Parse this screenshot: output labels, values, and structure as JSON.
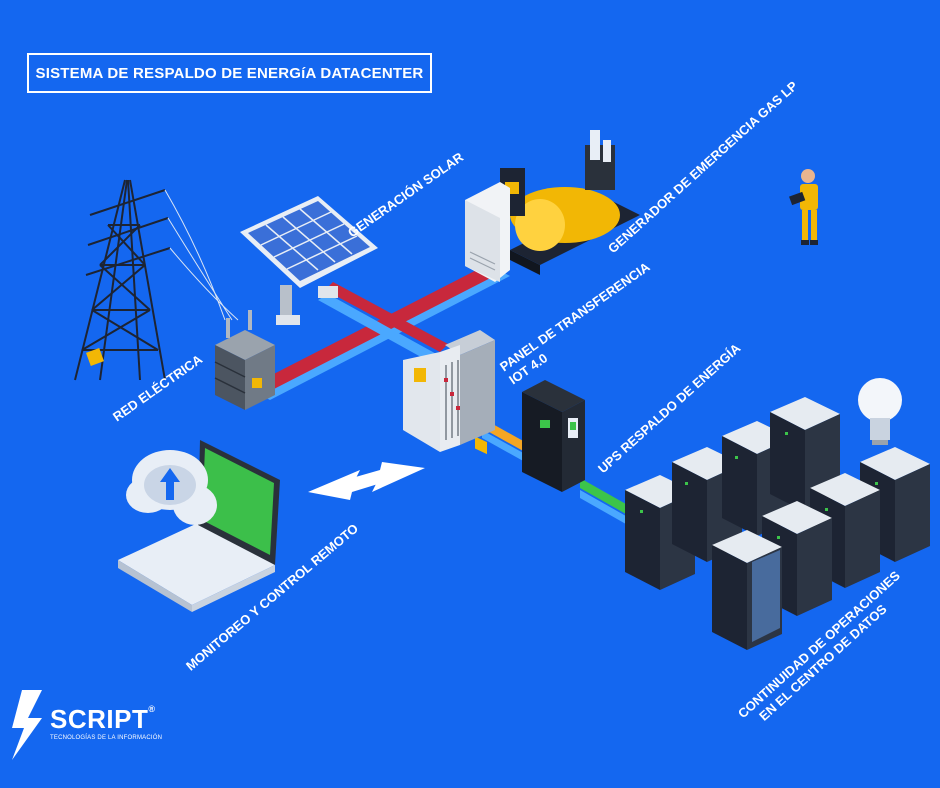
{
  "title": "SISTEMA DE RESPALDO DE ENERGíA DATACENTER",
  "labels": {
    "red_electrica": "RED ELÉCTRICA",
    "generacion_solar": "GENERACIÓN SOLAR",
    "generador": "GENERADOR DE EMERGENCIA GAS LP",
    "panel_line1": "PANEL DE TRANSFERENCIA",
    "panel_line2": "IOT 4.0",
    "ups": "UPS RESPALDO DE ENERGÍA",
    "monitoreo": "MONITOREO Y CONTROL REMOTO",
    "continuidad_line1": "CONTINUIDAD DE OPERACIONES",
    "continuidad_line2": "EN EL CENTRO DE DATOS"
  },
  "logo": {
    "word": "SCRIPT",
    "mark": "®",
    "subtitle": "TECNOLOGÍAS DE LA INFORMACIÓN"
  },
  "colors": {
    "background": "#1467f0",
    "line_red": "#c8283c",
    "line_blue": "#4aa8ff",
    "line_orange": "#f5a623",
    "line_green": "#3cc44a",
    "generator_yellow": "#f2b705"
  }
}
